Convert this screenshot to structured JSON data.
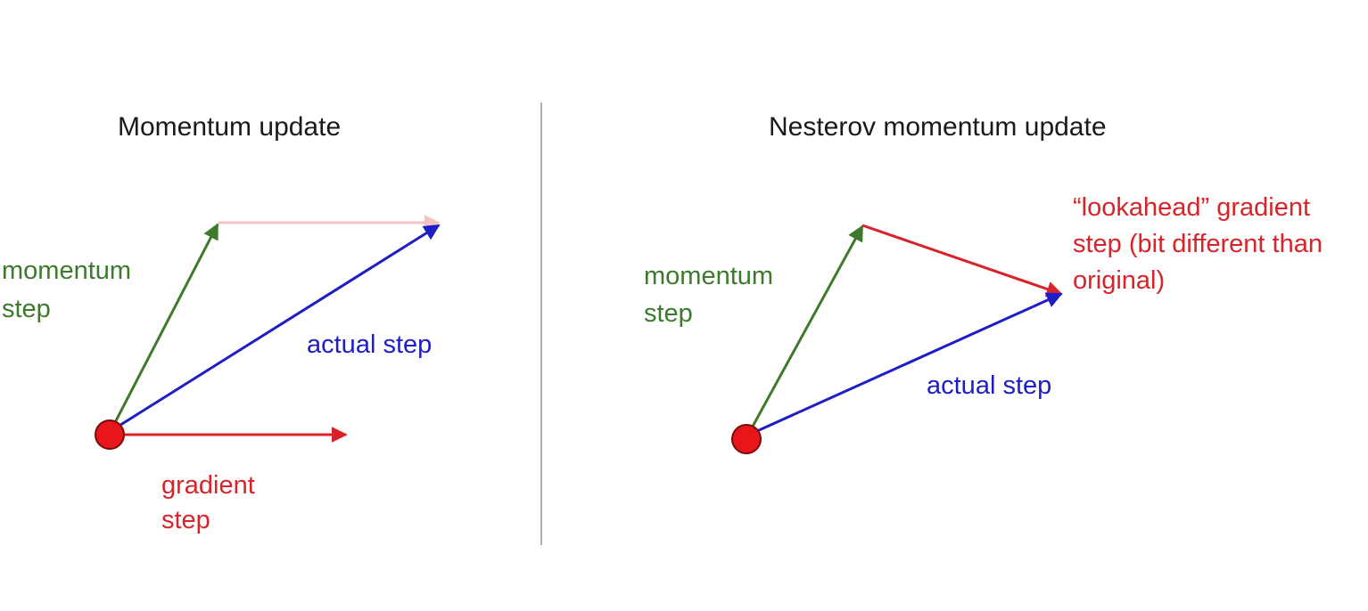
{
  "left_panel": {
    "title": "Momentum update",
    "momentum_label": [
      "momentum",
      "step"
    ],
    "actual_label": "actual step",
    "gradient_label": [
      "gradient",
      "step"
    ]
  },
  "right_panel": {
    "title": "Nesterov momentum update",
    "momentum_label": [
      "momentum",
      "step"
    ],
    "actual_label": "actual step",
    "lookahead_label": [
      "“lookahead” gradient",
      "step (bit different than",
      "original)"
    ]
  },
  "colors": {
    "momentum": "#3d7a2d",
    "actual": "#1d1ec4",
    "gradient": "#d8232a",
    "faded_gradient": "#f3c2c2",
    "divider": "#b0b0b0",
    "point_fill": "#e8161b",
    "point_stroke": "#7a0b0b"
  }
}
